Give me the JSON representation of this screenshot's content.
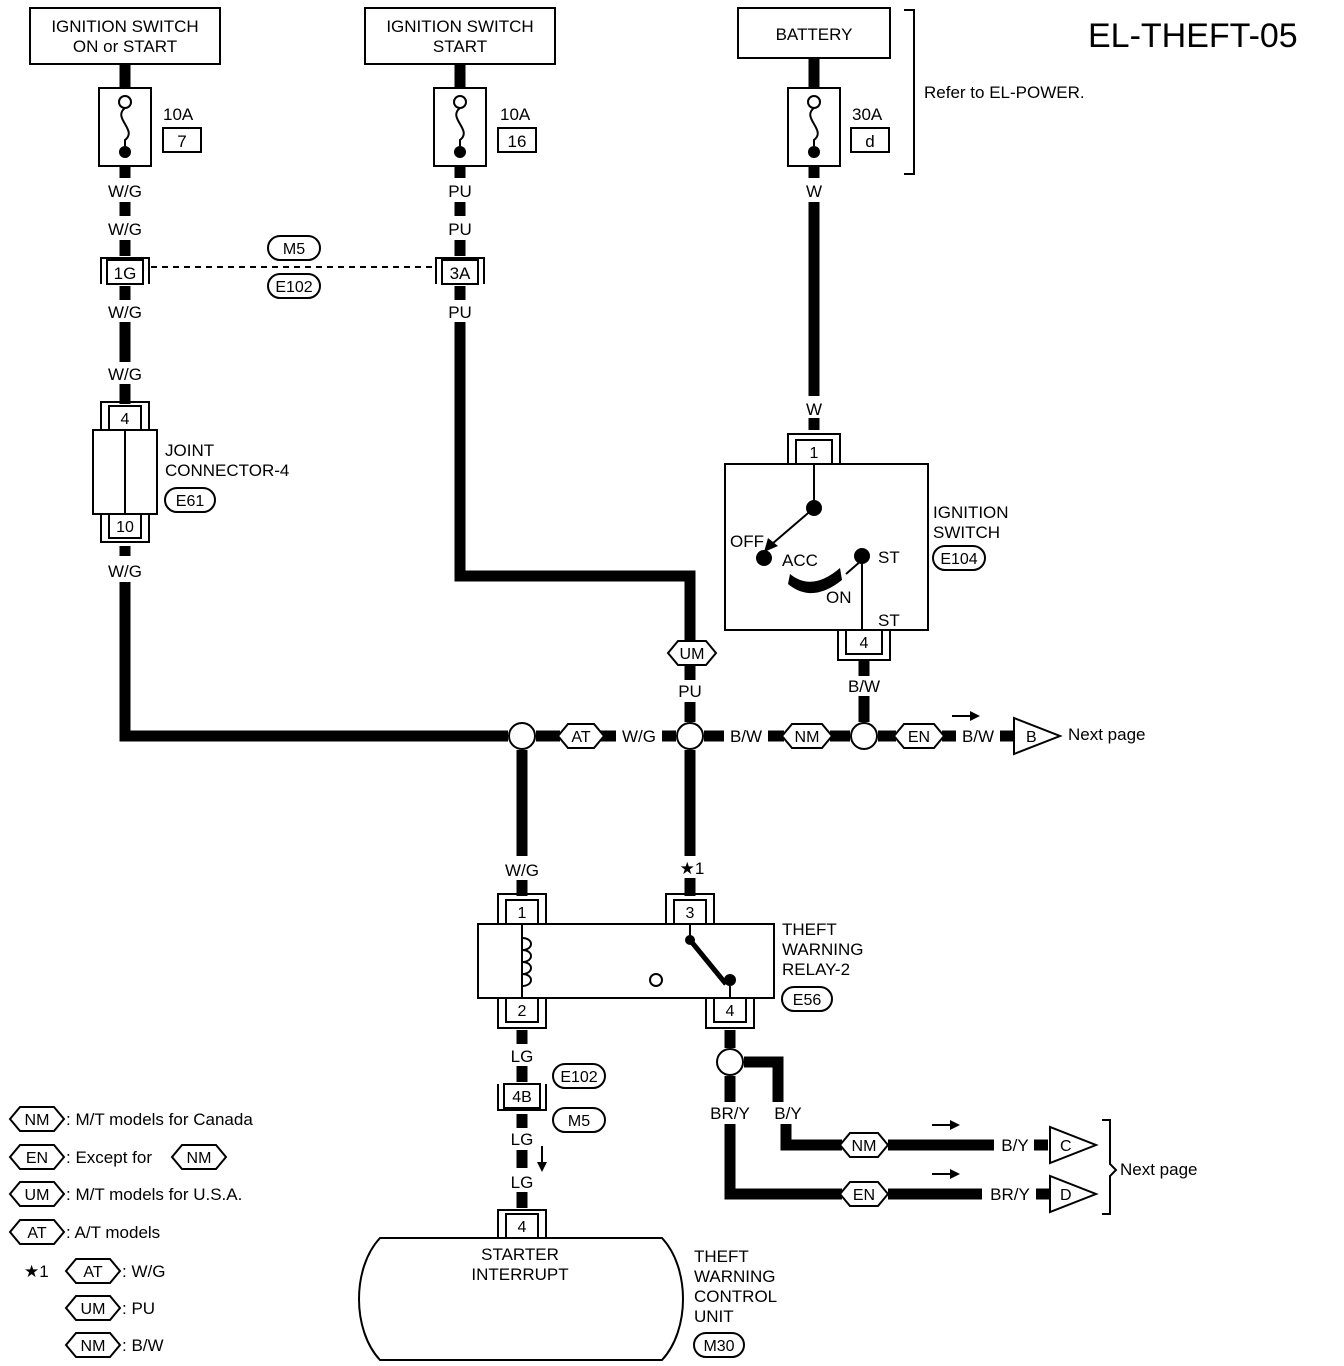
{
  "title": "EL-THEFT-05",
  "sources": {
    "ign_on_start_line1": "IGNITION SWITCH",
    "ign_on_start_line2": "ON or START",
    "ign_start_line1": "IGNITION SWITCH",
    "ign_start_line2": "START",
    "battery": "BATTERY",
    "refer": "Refer to EL-POWER."
  },
  "fuses": {
    "f1": {
      "rating": "10A",
      "number": "7"
    },
    "f2": {
      "rating": "10A",
      "number": "16"
    },
    "f3": {
      "rating": "30A",
      "number": "d"
    }
  },
  "wires": {
    "wg": "W/G",
    "pu": "PU",
    "w": "W",
    "bw": "B/W",
    "lg": "LG",
    "by": "B/Y",
    "bry": "BR/Y",
    "star1": "★1"
  },
  "connectors": {
    "c1g": "1G",
    "c3a": "3A",
    "m5": "M5",
    "e102": "E102",
    "c4b": "4B",
    "pin1": "1",
    "pin2": "2",
    "pin3": "3",
    "pin4": "4",
    "pin10": "10"
  },
  "joint": {
    "line1": "JOINT",
    "line2": "CONNECTOR-4",
    "code": "E61"
  },
  "ignition_switch": {
    "line1": "IGNITION",
    "line2": "SWITCH",
    "code": "E104",
    "off": "OFF",
    "acc": "ACC",
    "on": "ON",
    "st": "ST"
  },
  "relay": {
    "line1": "THEFT",
    "line2": "WARNING",
    "line3": "RELAY-2",
    "code": "E56"
  },
  "control_unit": {
    "line1": "THEFT",
    "line2": "WARNING",
    "line3": "CONTROL",
    "line4": "UNIT",
    "code": "M30",
    "starter1": "STARTER",
    "starter2": "INTERRUPT"
  },
  "options": {
    "nm": "NM",
    "en": "EN",
    "um": "UM",
    "at": "AT"
  },
  "next": {
    "b": "B",
    "c": "C",
    "d": "D",
    "label": "Next page"
  },
  "legend": {
    "nm_desc": ": M/T models for Canada",
    "en_desc": ": Except for",
    "um_desc": ": M/T models for U.S.A.",
    "at_desc": ": A/T models",
    "star": "★1",
    "star_at": ": W/G",
    "star_um": ": PU",
    "star_nm": ": B/W"
  }
}
